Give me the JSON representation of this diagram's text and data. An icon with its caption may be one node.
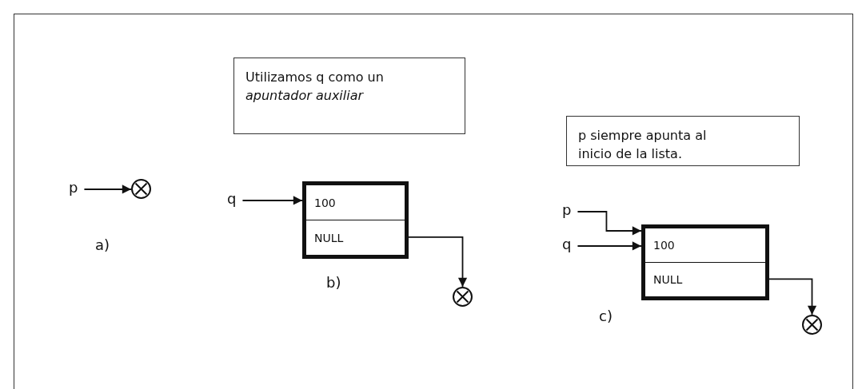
{
  "diagram": {
    "nodes": [
      {
        "text": [
          "Utilizamos q como un *apuntador auxiliar*"
        ]
      },
      {
        "text": [
          "p siempre apunta al inicio de la lista."
        ]
      },
      {
        "text": [
          "p"
        ]
      },
      {
        "text": [],
        "shape": "circle"
      },
      {
        "text": [
          "q"
        ]
      },
      {
        "text": [
          "100",
          "NULL"
        ]
      },
      {
        "text": [],
        "shape": "circle"
      },
      {
        "text": [
          "p"
        ]
      },
      {
        "text": [
          "q"
        ]
      },
      {
        "text": [
          "100",
          "NULL"
        ]
      },
      {
        "text": [],
        "shape": "circle"
      }
    ],
    "edges": [
      {
        "from": 2,
        "to": 3,
        "arrow": "to"
      },
      {
        "from": 4,
        "to": 5,
        "arrow": "to"
      },
      {
        "from": 5,
        "to": 6,
        "arrow": "to"
      },
      {
        "from": 7,
        "to": 9,
        "arrow": "to"
      },
      {
        "from": 8,
        "to": 9,
        "arrow": "to"
      },
      {
        "from": 9,
        "to": 10,
        "arrow": "to"
      }
    ],
    "labels": [
      "a)",
      "b)",
      "c)"
    ]
  }
}
